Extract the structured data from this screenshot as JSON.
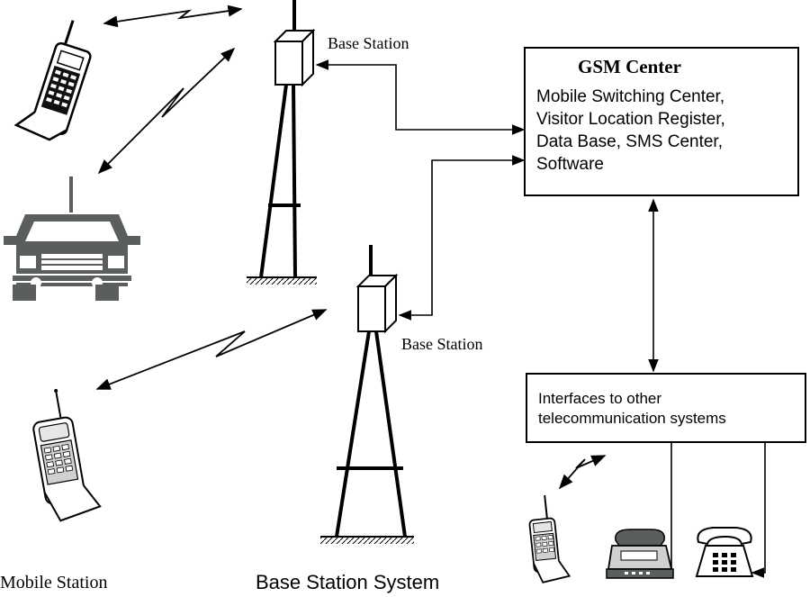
{
  "labels": {
    "base_station_top": "Base Station",
    "base_station_mid": "Base Station",
    "mobile_station": "Mobile Station",
    "base_station_system": "Base Station System"
  },
  "gsm_center": {
    "title": "GSM Center",
    "lines": [
      "Mobile Switching Center,",
      "Visitor Location Register,",
      "Data Base, SMS Center,",
      "Software"
    ]
  },
  "interfaces": {
    "lines": [
      "Interfaces to other",
      "telecommunication systems"
    ]
  },
  "colors": {
    "line": "#000000",
    "vehicle": "#5a5f5c",
    "phone_body": "#cfd1cf"
  },
  "icons": [
    "mobile-phone-icon",
    "car-icon",
    "tower-icon",
    "desk-phone-icon",
    "rotary-phone-icon"
  ]
}
